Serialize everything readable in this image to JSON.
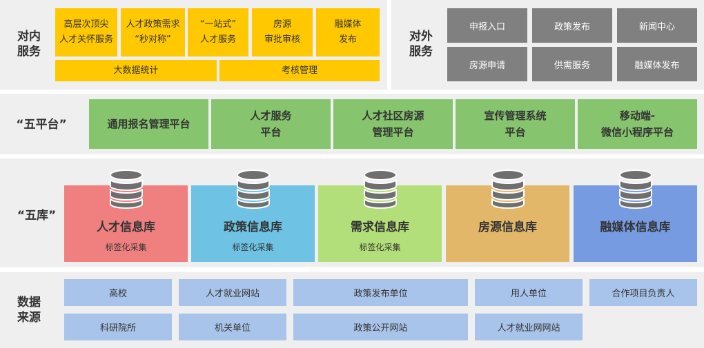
{
  "inner_service": {
    "label_line1": "对内",
    "label_line2": "服务",
    "items": [
      {
        "line1": "高层次顶尖",
        "line2": "人才关怀服务"
      },
      {
        "line1": "人才政策需求",
        "line2": "“秒对称”"
      },
      {
        "line1": "“一站式”",
        "line2": "人才服务"
      },
      {
        "line1": "房源",
        "line2": "审批审核"
      },
      {
        "line1": "融媒体",
        "line2": "发布"
      }
    ],
    "bottom_items": [
      "大数据统计",
      "考核管理"
    ],
    "color": "#ffc800"
  },
  "outer_service": {
    "label_line1": "对外",
    "label_line2": "服务",
    "items": [
      "申报入口",
      "政策发布",
      "新闻中心",
      "房源申请",
      "供需服务",
      "融媒体发布"
    ],
    "color": "#808080"
  },
  "platforms": {
    "label": "“五平台”",
    "items": [
      {
        "line1": "通用报名管理平台",
        "line2": ""
      },
      {
        "line1": "人才服务",
        "line2": "平台"
      },
      {
        "line1": "人才社区房源",
        "line2": "管理平台"
      },
      {
        "line1": "宣传管理系统",
        "line2": "平台"
      },
      {
        "line1": "移动端-",
        "line2": "微信小程序平台"
      }
    ],
    "color": "#86c46e"
  },
  "databases": {
    "label": "“五库”",
    "items": [
      {
        "name": "人才信息库",
        "sub": "标签化采集",
        "color": "#f08080",
        "icon": "database-icon"
      },
      {
        "name": "政策信息库",
        "sub": "标签化采集",
        "color": "#6ec3e4",
        "icon": "database-icon"
      },
      {
        "name": "需求信息库",
        "sub": "标签化采集",
        "color": "#b3df7a",
        "icon": "database-icon"
      },
      {
        "name": "房源信息库",
        "sub": "",
        "color": "#e2b76a",
        "icon": "database-icon"
      },
      {
        "name": "融媒体信息库",
        "sub": "",
        "color": "#769be0",
        "icon": "database-icon"
      }
    ]
  },
  "data_sources": {
    "label_line1": "数据",
    "label_line2": "来源",
    "row1": [
      "高校",
      "人才就业网站",
      "政策发布单位",
      "用人单位",
      "合作项目负责人"
    ],
    "row2": [
      "科研院所",
      "机关单位",
      "政策公开网站",
      "人才就业网网站"
    ],
    "color": "#a9c4ea"
  }
}
